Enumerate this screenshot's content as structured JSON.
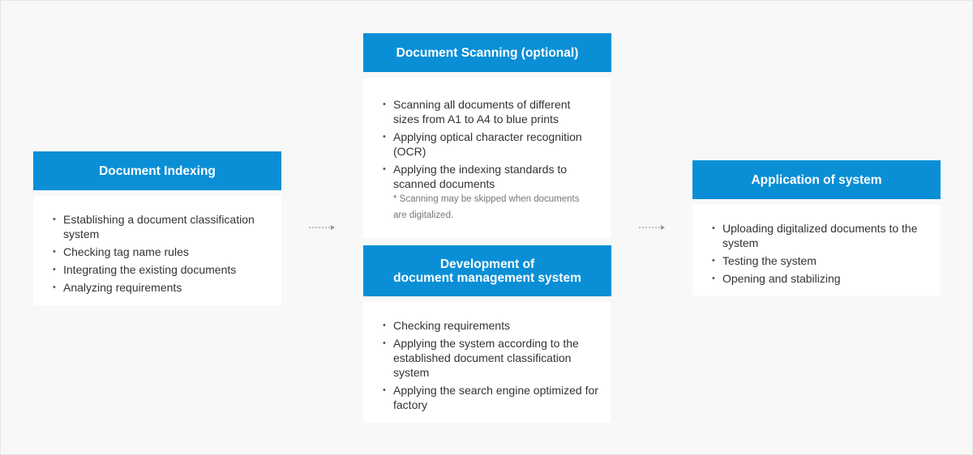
{
  "colors": {
    "header_bg": "#0a8fd6",
    "header_text": "#ffffff",
    "body_bg": "#ffffff",
    "canvas_bg": "#f8f8f8",
    "arrow": "#9a9a9a"
  },
  "cards": {
    "indexing": {
      "title": "Document Indexing",
      "items": [
        "Establishing a document classification system",
        "Checking tag name rules",
        "Integrating the existing documents",
        "Analyzing requirements"
      ]
    },
    "scanning": {
      "title": "Document Scanning (optional)",
      "items": [
        "Scanning all documents of different sizes from A1 to A4 to blue prints",
        "Applying optical character recognition (OCR)",
        "Applying the indexing standards to scanned documents"
      ],
      "note": "* Scanning may be skipped when documents are digitalized."
    },
    "development": {
      "title": "Development of\ndocument management system",
      "items": [
        "Checking requirements",
        "Applying the system according to the established document classification system",
        "Applying the search engine optimized for factory"
      ]
    },
    "application": {
      "title": "Application of system",
      "items": [
        "Uploading digitalized documents to the system",
        "Testing the system",
        "Opening and stabilizing"
      ]
    }
  },
  "arrows": [
    "dotted-right-arrow",
    "dotted-right-arrow"
  ]
}
